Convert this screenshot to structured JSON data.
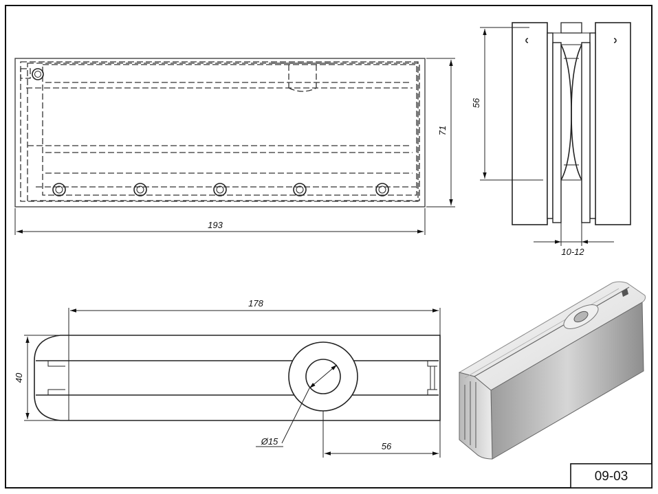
{
  "dimensions": {
    "top_view_length": "193",
    "top_view_height": "71",
    "side_view_height": "56",
    "side_view_glass": "10-12",
    "front_view_length": "178",
    "front_view_height": "40",
    "hole_diameter": "Ø15",
    "hole_offset": "56"
  },
  "drawing_number": "09-03"
}
